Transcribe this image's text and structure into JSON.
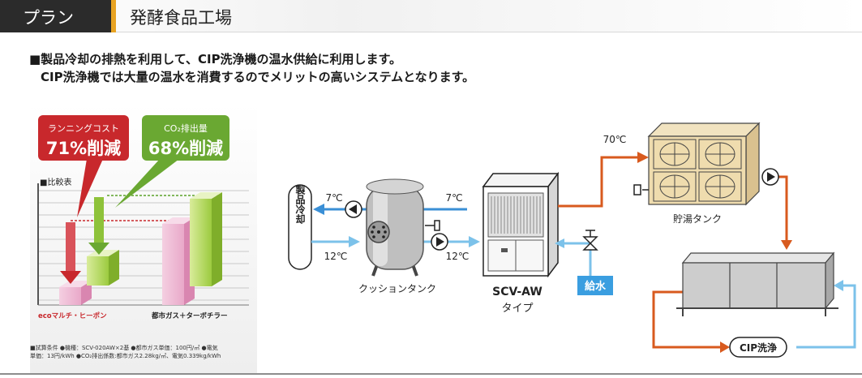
{
  "header": {
    "tab_label": "プラン",
    "title": "発酵食品工場"
  },
  "intro": {
    "line1": "■製品冷却の排熱を利用して、CIP洗浄機の温水供給に利用します。",
    "line2": "CIP洗浄機では大量の温水を消費するのでメリットの高いシステムとなります。"
  },
  "comparison": {
    "callout_running_cost": {
      "label": "ランニングコスト",
      "value": "71%削減"
    },
    "callout_co2": {
      "label": "CO₂排出量",
      "value": "68%削減"
    },
    "chart_title": "■比較表",
    "bar_labels": {
      "eco": "ecoマルチ・ヒーポン",
      "gas": "都市ガス＋ターボチラー"
    },
    "notes": {
      "line1": "■試算条件 ●機種：SCV-020AW×2基 ●都市ガス単価：100円/㎥ ●電気",
      "line2": "単価：13円/kWh ●CO₂排出係数:都市ガス2.28kg/㎥、電気0.339kg/kWh"
    },
    "colors": {
      "eco_green": "#8ec23a",
      "gas_pink": "#e8a4c7",
      "red": "#c8282c",
      "green_callout": "#6aa832"
    }
  },
  "flow": {
    "product_cooling": "製品冷却",
    "temps": {
      "t7_left": "7℃",
      "t7_right": "7℃",
      "t12_left": "12℃",
      "t12_right": "12℃",
      "t70": "70℃"
    },
    "cushion_tank": "クッションタンク",
    "unit_name": "SCV-AW",
    "unit_type": "タイプ",
    "water_supply": "給水",
    "hot_water_tank": "貯湯タンク",
    "cip": "CIP洗浄",
    "colors": {
      "cold": "#3a8fd6",
      "hot": "#d85a1e",
      "supply": "#7cc2ea"
    }
  }
}
